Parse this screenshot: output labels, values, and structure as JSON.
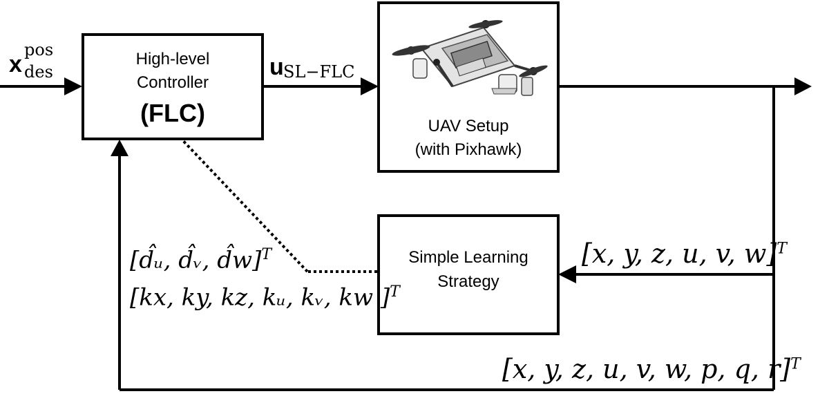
{
  "input": {
    "symbol": "x",
    "sup": "pos",
    "sub": "des"
  },
  "controller": {
    "line1": "High-level",
    "line2": "Controller",
    "line3": "(FLC)"
  },
  "control_signal": {
    "symbol": "u",
    "sub": "SL−FLC"
  },
  "plant": {
    "line1": "UAV Setup",
    "line2": "(with Pixhawk)",
    "image": "quadrotor-uav-photo"
  },
  "learning": {
    "line1": "Simple Learning",
    "line2": "Strategy"
  },
  "feedback_state_short": "[x, y, z, u, v, w]",
  "feedback_state_short_sup": "T",
  "feedback_state_full": "[x, y, z, u, v, w, p, q, r]",
  "feedback_state_full_sup": "T",
  "adapted_params_1": "[d̂ᵤ, d̂ᵥ, d̂w]",
  "adapted_params_1_sup": "T",
  "adapted_params_2": "[kx, ky, kz, kᵤ, kᵥ, kw ]",
  "adapted_params_2_sup": "T"
}
